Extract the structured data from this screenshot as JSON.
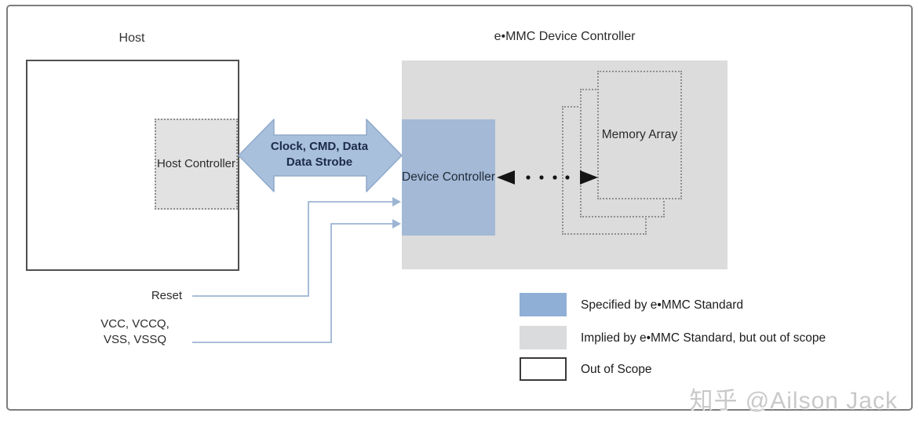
{
  "host": {
    "title": "Host",
    "controller_label": "Host Controller"
  },
  "emmc": {
    "title": "e•MMC Device Controller",
    "controller_label": "Device Controller",
    "memory_label": "Memory Array"
  },
  "bus_arrow": {
    "line1": "Clock, CMD, Data",
    "line2": "Data Strobe"
  },
  "signals": {
    "reset": "Reset",
    "power_line1": "VCC, VCCQ,",
    "power_line2": "VSS, VSSQ"
  },
  "legend": {
    "items": [
      {
        "name": "specified",
        "color": "#8fafd6",
        "label": "Specified by e•MMC Standard"
      },
      {
        "name": "implied",
        "color": "#d9dbdc",
        "label": "Implied by e•MMC Standard, but out of scope"
      },
      {
        "name": "out-of-scope",
        "color": "#ffffff",
        "label": "Out of Scope"
      }
    ]
  },
  "colors": {
    "specified_blue": "#a3b9d6",
    "implied_gray": "#dcdcdc",
    "bus_arrow_fill": "#a9c0dd",
    "connector_blue": "#9db5d2",
    "arrow_text": "#1b2b47"
  },
  "watermark": "知乎 @Ailson Jack"
}
